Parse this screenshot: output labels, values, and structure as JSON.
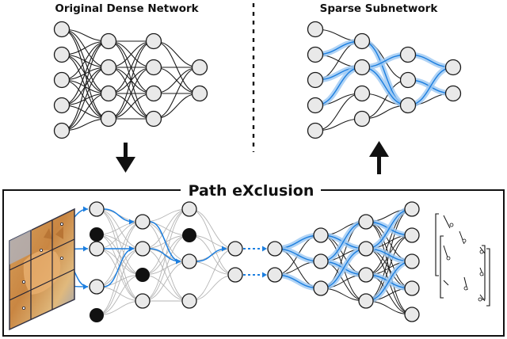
{
  "titles": {
    "dense": "Original Dense Network",
    "sparse": "Sparse Subnetwork",
    "pex": "Path eXclusion"
  },
  "colors": {
    "node_fill": "#e9e9e9",
    "node_stroke": "#1a1a1a",
    "edge_dark": "#1a1a1a",
    "edge_gray": "#b5b5b5",
    "path_blue": "#1c7fe0",
    "path_halo": "#9cc8f2",
    "pruned_node": "#111111",
    "image_frame": "#333344"
  },
  "icons": {
    "down_arrow": "arrow-down-icon",
    "up_arrow": "arrow-up-icon",
    "input_image": "cat-image-grid-icon",
    "bracket": "matrix-bracket-icon"
  }
}
